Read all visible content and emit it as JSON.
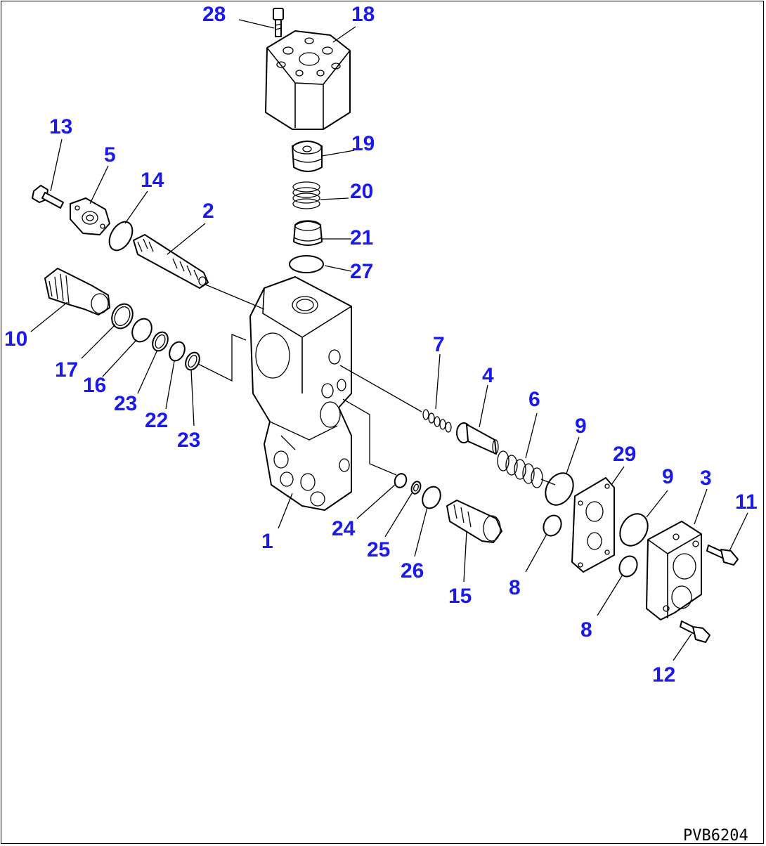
{
  "drawing_code": "PVB6204",
  "callouts": {
    "p1": "1",
    "p2": "2",
    "p3": "3",
    "p4": "4",
    "p5": "5",
    "p6": "6",
    "p7": "7",
    "p8a": "8",
    "p8b": "8",
    "p9a": "9",
    "p9b": "9",
    "p10": "10",
    "p11": "11",
    "p12": "12",
    "p13": "13",
    "p14": "14",
    "p15": "15",
    "p16": "16",
    "p17": "17",
    "p18": "18",
    "p19": "19",
    "p20": "20",
    "p21": "21",
    "p22": "22",
    "p23a": "23",
    "p23b": "23",
    "p24": "24",
    "p25": "25",
    "p26": "26",
    "p27": "27",
    "p28": "28",
    "p29": "29"
  },
  "label_color": "#1a1aee"
}
